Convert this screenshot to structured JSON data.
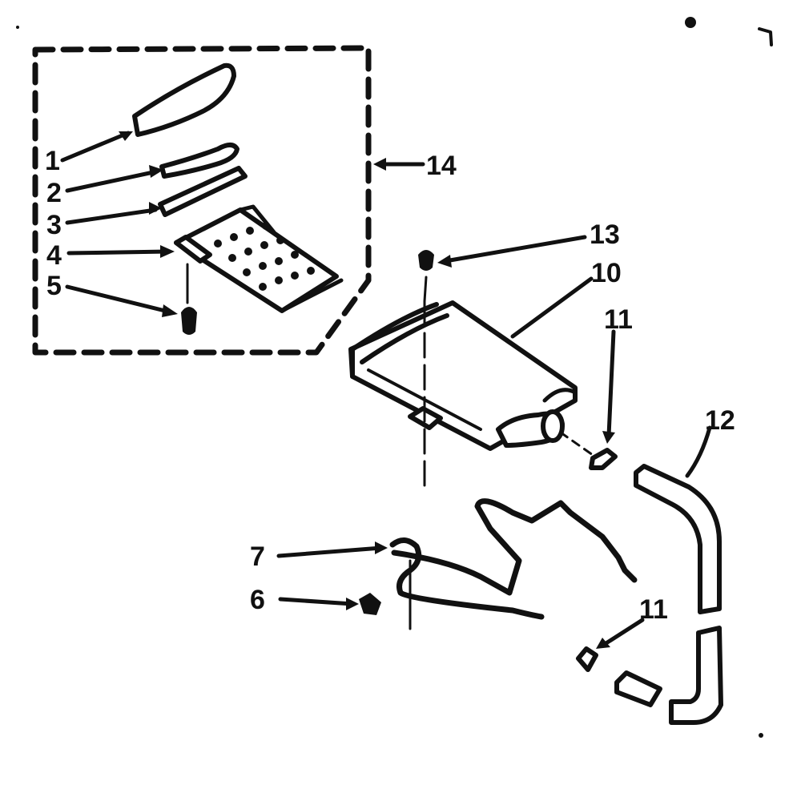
{
  "diagram": {
    "callouts": {
      "c1": "1",
      "c2": "2",
      "c3": "3",
      "c4": "4",
      "c5": "5",
      "c6": "6",
      "c7": "7",
      "c10": "10",
      "c11a": "11",
      "c11b": "11",
      "c12": "12",
      "c13": "13",
      "c14": "14"
    }
  },
  "colors": {
    "ink": "#111111",
    "paper": "#ffffff"
  }
}
